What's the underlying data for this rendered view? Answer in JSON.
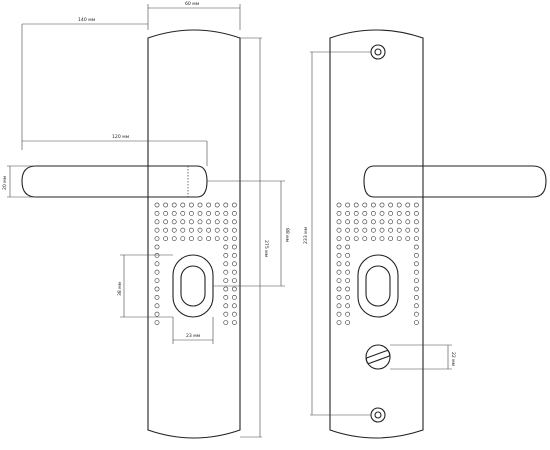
{
  "dimensions": {
    "overall_width": "140 мм",
    "plate_width": "60 мм",
    "handle_length": "120 мм",
    "handle_diameter": "20 мм",
    "plate_height": "275 мм",
    "axis_distance": "88 мм",
    "mount_spacing": "233 мм",
    "slot_height": "38 мм",
    "slot_width": "23 мм",
    "turn_size": "22 мм"
  },
  "colors": {
    "line": "#222222",
    "background": "#ffffff"
  }
}
